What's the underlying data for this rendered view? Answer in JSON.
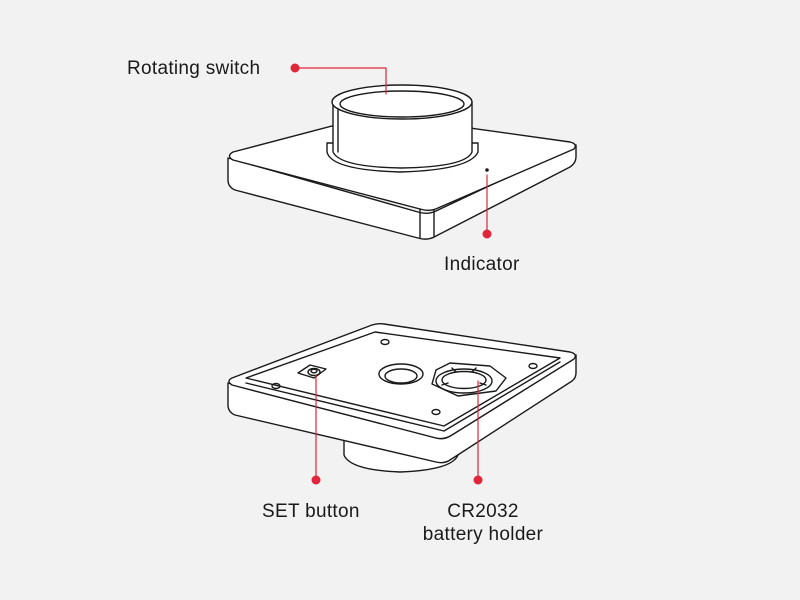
{
  "labels": {
    "rotating_switch": "Rotating switch",
    "indicator": "Indicator",
    "set_button": "SET button",
    "battery_holder_line1": "CR2032",
    "battery_holder_line2": "battery holder"
  },
  "colors": {
    "background": "#f2f2f2",
    "outline": "#1a1a1a",
    "callout": "#e0263a",
    "fill": "#ffffff"
  }
}
